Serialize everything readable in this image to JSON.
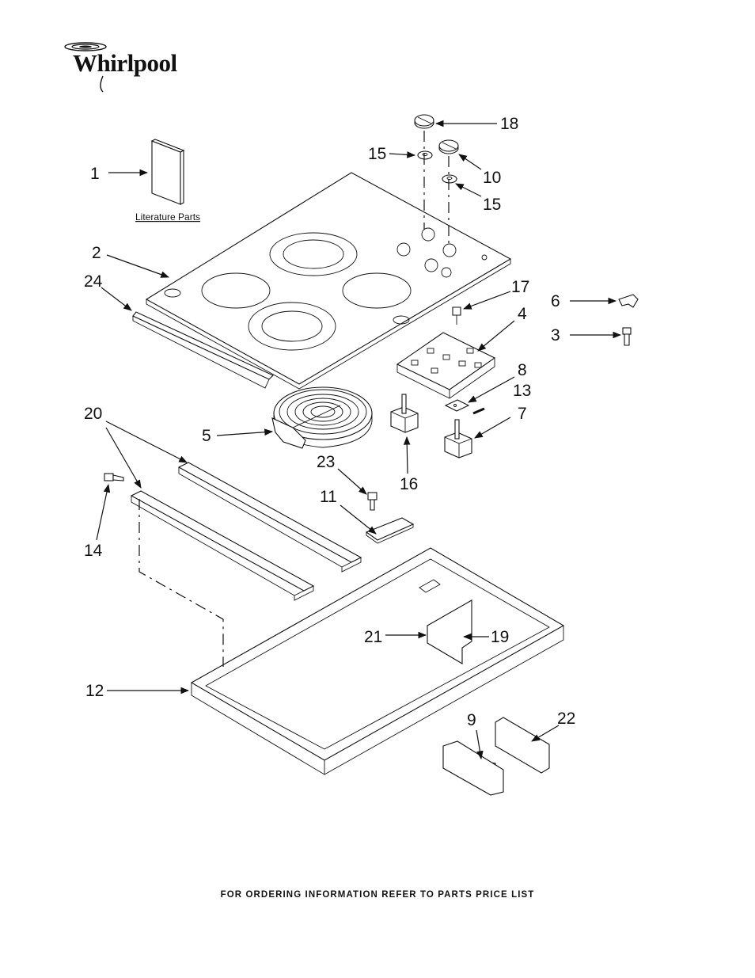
{
  "brand": {
    "logo_text": "Whirlpool",
    "mark": "swirl-logo"
  },
  "literature": {
    "caption": "Literature Parts"
  },
  "callouts": {
    "c1": "1",
    "c2": "2",
    "c3": "3",
    "c4": "4",
    "c5": "5",
    "c6": "6",
    "c7": "7",
    "c8": "8",
    "c9": "9",
    "c10": "10",
    "c11": "11",
    "c12": "12",
    "c13": "13",
    "c14": "14",
    "c15a": "15",
    "c15b": "15",
    "c16": "16",
    "c17": "17",
    "c18": "18",
    "c19": "19",
    "c20": "20",
    "c21": "21",
    "c22": "22",
    "c23": "23",
    "c24": "24"
  },
  "footer": {
    "note": "FOR ORDERING INFORMATION REFER TO PARTS PRICE LIST"
  }
}
